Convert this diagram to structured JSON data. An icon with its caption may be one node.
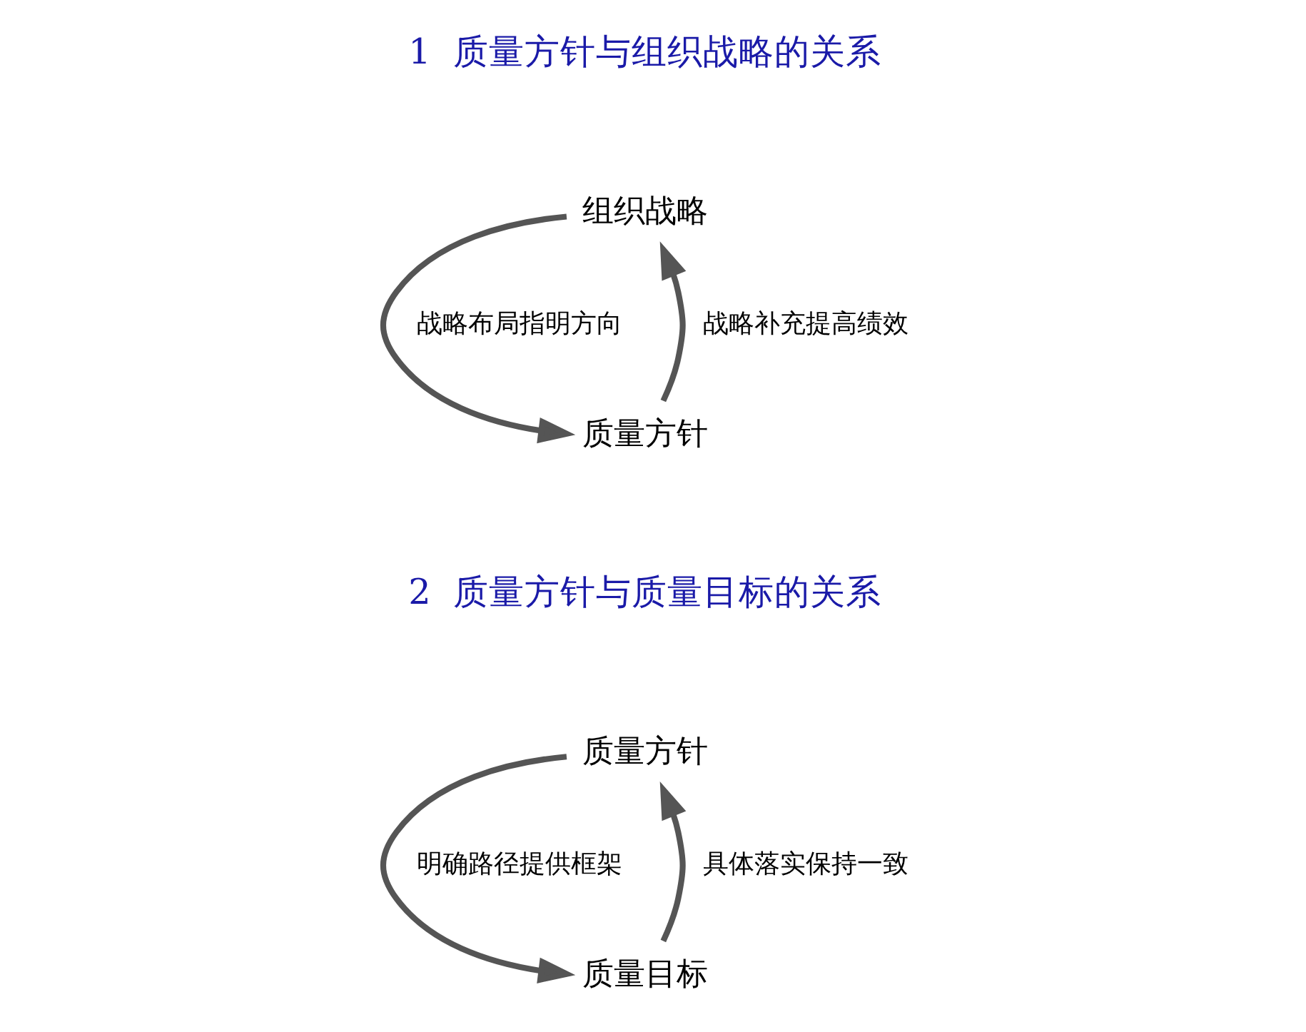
{
  "diagram": {
    "nodes": [
      {
        "text": [
          "组织战略"
        ]
      },
      {
        "text": [
          "质量方针"
        ]
      },
      {
        "text": [
          "质量方针"
        ]
      },
      {
        "text": [
          "质量目标"
        ]
      }
    ],
    "edges": [
      {
        "from": 1,
        "to": 0,
        "arrow": "to",
        "label": "战略补充提高绩效"
      },
      {
        "from": 0,
        "to": 1,
        "arrow": "to",
        "label": "战略布局指明方向"
      },
      {
        "from": 3,
        "to": 2,
        "arrow": "to",
        "label": "具体落实保持一致"
      },
      {
        "from": 2,
        "to": 3,
        "arrow": "to",
        "label": "明确路径提供框架"
      }
    ],
    "labels": [
      "1  质量方针与组织战略的关系",
      "2  质量方针与质量目标的关系"
    ]
  }
}
